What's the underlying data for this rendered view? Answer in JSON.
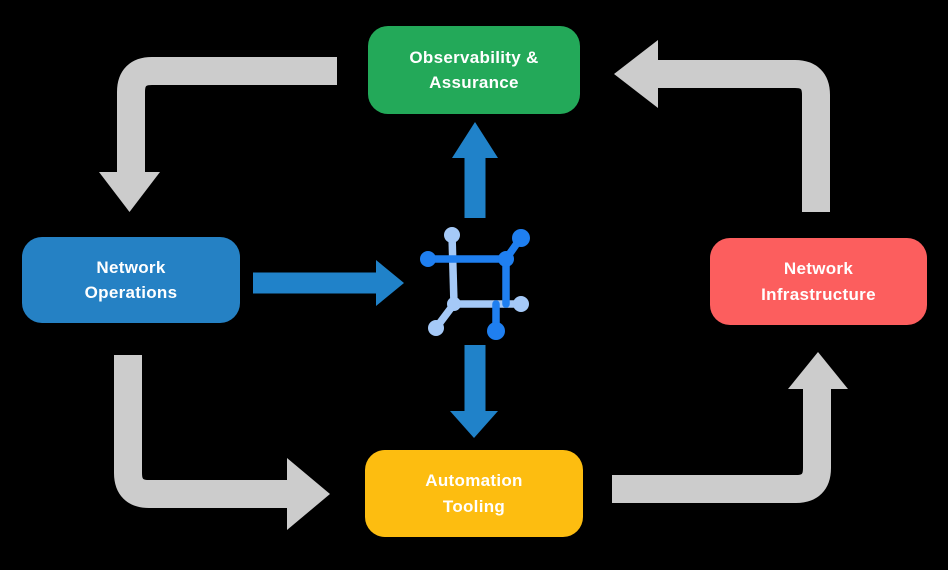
{
  "diagram": {
    "nodes": {
      "observability": {
        "label": "Observability &\nAssurance"
      },
      "operations": {
        "label": "Network\nOperations"
      },
      "infrastructure": {
        "label": "Network\nInfrastructure"
      },
      "automation": {
        "label": "Automation\nTooling"
      }
    },
    "center_icon": "network-mesh-icon",
    "flows": [
      "observability-to-operations",
      "operations-to-automation",
      "automation-to-infrastructure",
      "infrastructure-to-observability",
      "operations-to-center",
      "center-to-observability",
      "center-to-automation"
    ],
    "colors": {
      "background": "#000000",
      "box-green": "#23A959",
      "box-blue": "#2581C4",
      "box-red": "#FC5E5E",
      "box-yellow": "#FDBD10",
      "box-text": "#FFFFFF",
      "arrow-gray": "#CCCCCC",
      "arrow-blue": "#2082C9",
      "icon-blue-dark": "#1F7FF0",
      "icon-blue-light": "#A5C9F7"
    }
  }
}
